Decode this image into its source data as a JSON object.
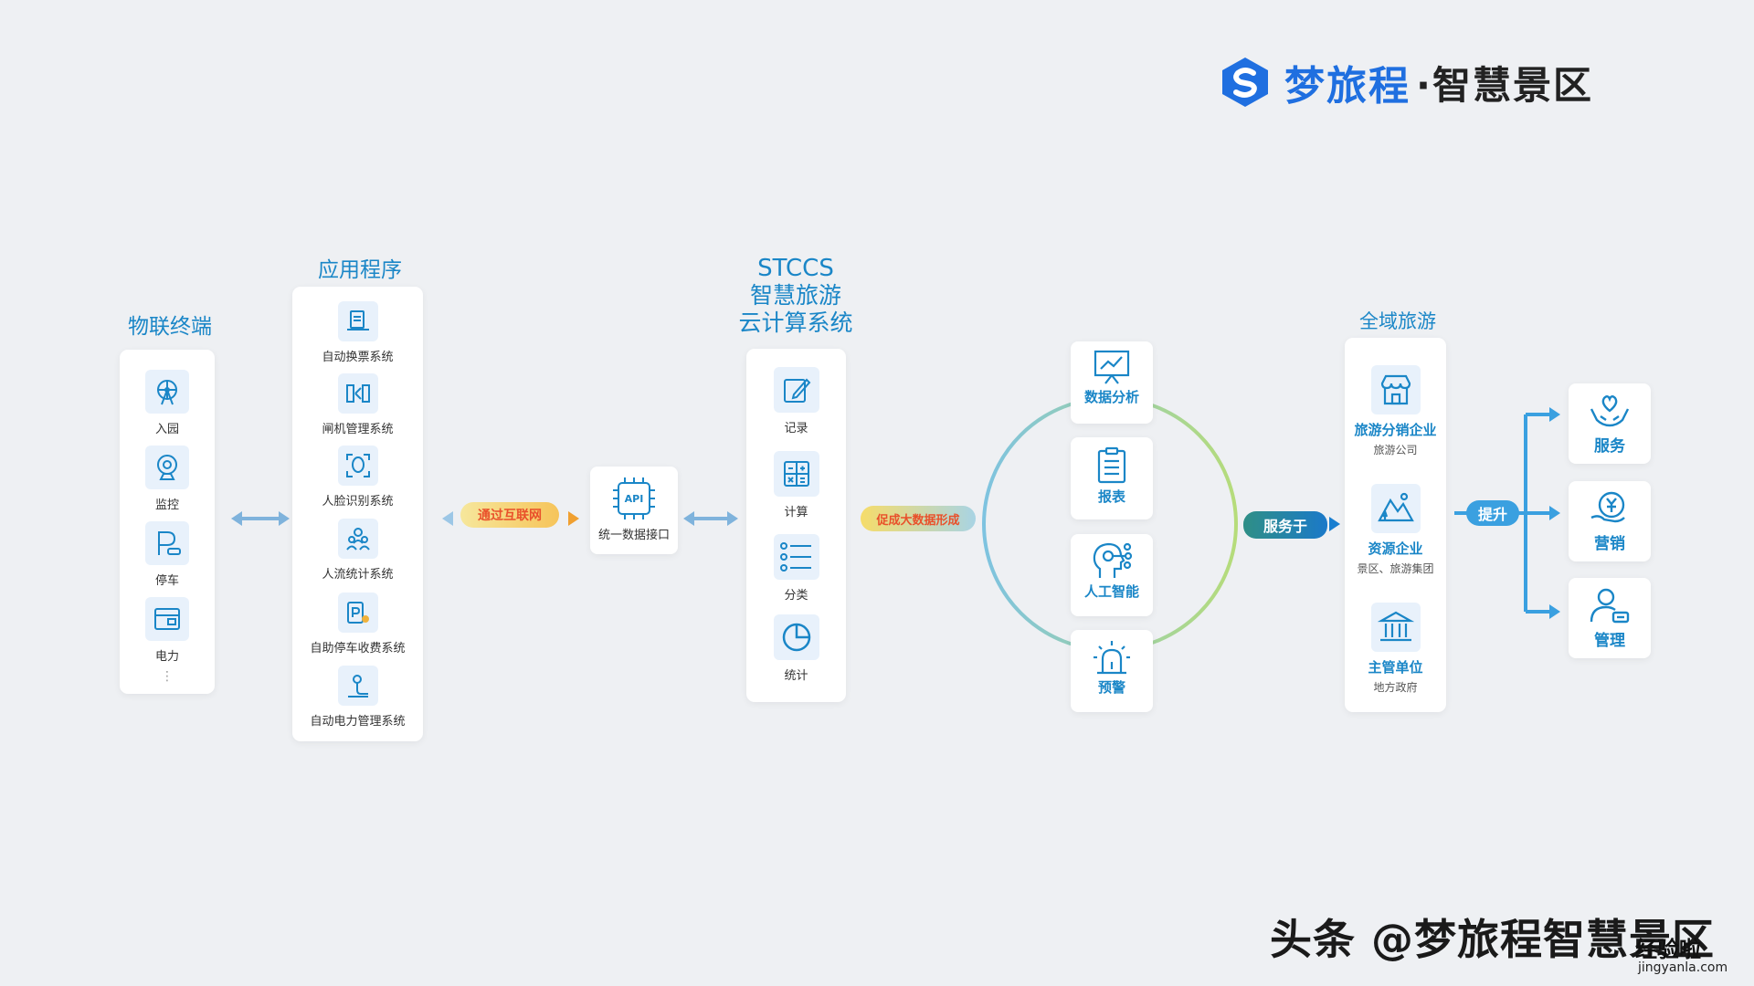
{
  "brand": {
    "name": "梦旅程",
    "sub": "·智慧景区",
    "brand_color": "#1f6fe0"
  },
  "columns": {
    "iot": {
      "title": "物联终端",
      "items": [
        {
          "label": "入园",
          "icon": "ferris-wheel-icon"
        },
        {
          "label": "监控",
          "icon": "camera-icon"
        },
        {
          "label": "停车",
          "icon": "parking-icon"
        },
        {
          "label": "电力",
          "icon": "power-meter-icon"
        }
      ],
      "more": "⋮"
    },
    "apps": {
      "title": "应用程序",
      "items": [
        {
          "label": "自动换票系统",
          "icon": "ticket-icon"
        },
        {
          "label": "闸机管理系统",
          "icon": "gate-icon"
        },
        {
          "label": "人脸识别系统",
          "icon": "face-scan-icon"
        },
        {
          "label": "人流统计系统",
          "icon": "crowd-icon"
        },
        {
          "label": "自助停车收费系统",
          "icon": "parking-pay-icon"
        },
        {
          "label": "自动电力管理系统",
          "icon": "power-manage-icon"
        }
      ]
    },
    "api": {
      "label": "统一数据接口",
      "chip": "API"
    },
    "cloud": {
      "title_l1": "STCCS",
      "title_l2": "智慧旅游",
      "title_l3": "云计算系统",
      "items": [
        {
          "label": "记录",
          "icon": "edit-icon"
        },
        {
          "label": "计算",
          "icon": "calculator-icon"
        },
        {
          "label": "分类",
          "icon": "list-icon"
        },
        {
          "label": "统计",
          "icon": "pie-icon"
        }
      ]
    },
    "bigdata": {
      "items": [
        {
          "label": "数据分析",
          "icon": "analytics-icon"
        },
        {
          "label": "报表",
          "icon": "report-icon"
        },
        {
          "label": "人工智能",
          "icon": "ai-head-icon"
        },
        {
          "label": "预警",
          "icon": "alarm-icon"
        }
      ]
    },
    "tourism": {
      "title": "全域旅游",
      "items": [
        {
          "label": "旅游分销企业",
          "sub": "旅游公司",
          "icon": "store-icon"
        },
        {
          "label": "资源企业",
          "sub": "景区、旅游集团",
          "icon": "mountain-icon"
        },
        {
          "label": "主管单位",
          "sub": "地方政府",
          "icon": "government-icon"
        }
      ]
    },
    "outcomes": {
      "items": [
        {
          "label": "服务",
          "icon": "care-icon"
        },
        {
          "label": "营销",
          "icon": "money-icon"
        },
        {
          "label": "管理",
          "icon": "manager-icon"
        }
      ]
    }
  },
  "connectors": {
    "internet": "通过互联网",
    "bigdata": "促成大数据形成",
    "serve": "服务于",
    "improve": "提升"
  },
  "watermark": {
    "text": "头条 @梦旅程智慧景区",
    "site": "经验啦",
    "site_sub": "jingyanla.com"
  }
}
